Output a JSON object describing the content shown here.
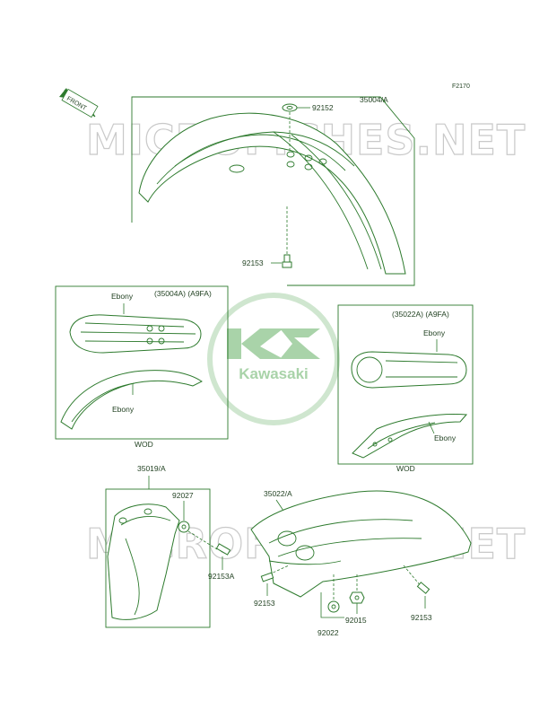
{
  "diagram_code": "F2170",
  "front_label": "FRONT",
  "watermark_text": "MICROFICHES.NET",
  "logo": {
    "text": "Kawasaki",
    "color": "#2d7a2d"
  },
  "labels": {
    "p35004A": "35004/A",
    "p92152": "92152",
    "p92153_top": "92153",
    "ebony_front_code": "(35004A) (A9FA)",
    "ebony_front_1": "Ebony",
    "ebony_front_2": "Ebony",
    "wod_left": "WOD",
    "ebony_rear_code": "(35022A) (A9FA)",
    "ebony_rear_1": "Ebony",
    "ebony_rear_2": "Ebony",
    "wod_right": "WOD",
    "p35019A": "35019/A",
    "p92027": "92027",
    "p92153A": "92153A",
    "p35022A": "35022/A",
    "p92153_left": "92153",
    "p92015": "92015",
    "p92153_right": "92153",
    "p92022": "92022"
  }
}
